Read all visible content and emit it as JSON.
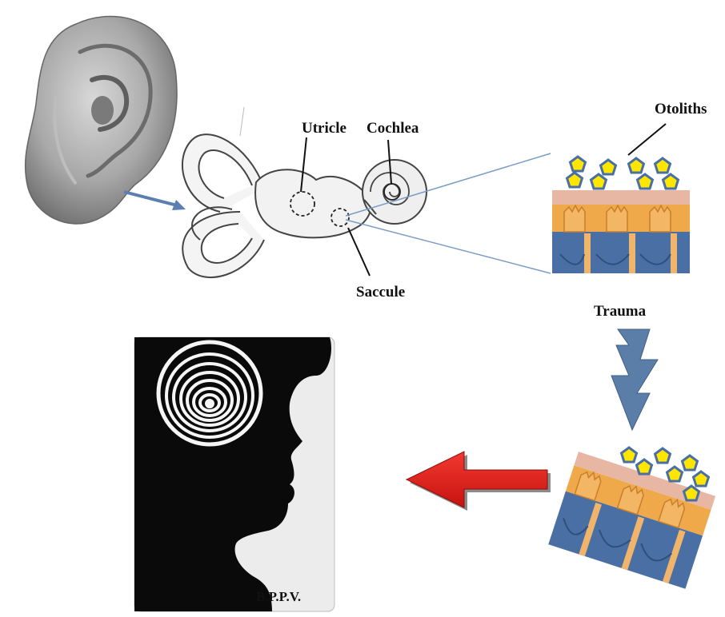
{
  "labels": {
    "utricle": "Utricle",
    "cochlea": "Cochlea",
    "otoliths": "Otoliths",
    "saccule": "Saccule",
    "trauma": "Trauma",
    "bppv": "B.P.P.V."
  },
  "colors": {
    "ear_skin": "#a9a9a9",
    "labyrinth_fill": "#f2f2f2",
    "cell_blue": "#4a6fa5",
    "cell_orange": "#f0a94a",
    "membrane_pink": "#e8b7a4",
    "otolith_yellow": "#ffe600",
    "arrow_red": "#e0201e",
    "bolt_blue": "#5b7ea8"
  },
  "icons": {
    "ear": "outer-ear-icon",
    "labyrinth": "inner-ear-labyrinth-icon",
    "tissue": "otolith-tissue-icon",
    "bolt": "lightning-bolt-icon",
    "head": "head-silhouette-icon",
    "spiral": "vertigo-spiral-icon"
  }
}
